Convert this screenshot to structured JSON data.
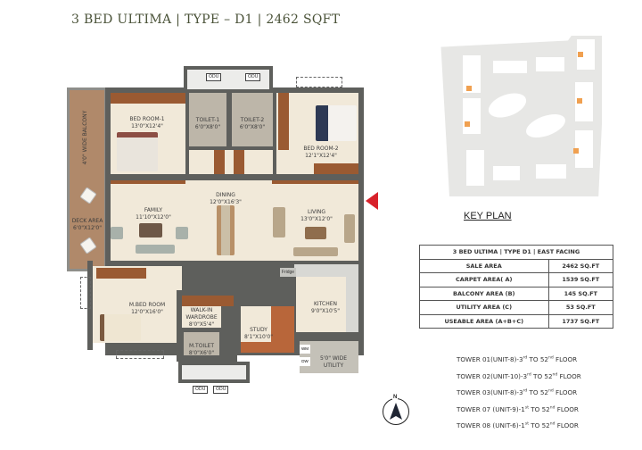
{
  "title": "3 BED ULTIMA | TYPE – D1 | 2462 SQFT",
  "floor_plan": {
    "rooms": [
      {
        "id": "bed-room-1",
        "name": "BED ROOM-1",
        "size": "13'0\"X12'4\""
      },
      {
        "id": "toilet-1",
        "name": "TOILET-1",
        "size": "6'0\"X8'0\""
      },
      {
        "id": "toilet-2",
        "name": "TOILET-2",
        "size": "6'0\"X8'0\""
      },
      {
        "id": "bed-room-2",
        "name": "BED ROOM-2",
        "size": "12'1\"X12'4\""
      },
      {
        "id": "family",
        "name": "FAMILY",
        "size": "11'10\"X12'0\""
      },
      {
        "id": "dining",
        "name": "DINING",
        "size": "12'0\"X16'3\""
      },
      {
        "id": "living",
        "name": "LIVING",
        "size": "13'0\"X12'0\""
      },
      {
        "id": "deck-area",
        "name": "DECK AREA",
        "size": "6'0\"X12'0\""
      },
      {
        "id": "m-bed-room",
        "name": "M.BED ROOM",
        "size": "12'0\"X16'0\""
      },
      {
        "id": "walk-in-wardrobe",
        "name": "WALK-IN WARDROBE",
        "size": "8'0\"X5'4\""
      },
      {
        "id": "m-toilet",
        "name": "M.TOILET",
        "size": "8'0\"X6'0\""
      },
      {
        "id": "study",
        "name": "STUDY",
        "size": "8'1\"X10'0\""
      },
      {
        "id": "kitchen",
        "name": "KITCHEN",
        "size": "9'0\"X10'5\""
      },
      {
        "id": "utility",
        "name": "5'0\" WIDE UTILITY",
        "size": ""
      }
    ],
    "balcony_label": "4'0\" WIDE BALCONY",
    "odu_label": "ODU",
    "fridge_label": "Fridge",
    "wm_label": "WM",
    "dw_label": "DW",
    "entry_color": "#d8222b"
  },
  "key_plan": {
    "label": "KEY PLAN",
    "highlight_color": "#f0a050"
  },
  "area_table": {
    "header": "3 BED ULTIMA | TYPE D1 | EAST FACING",
    "rows": [
      {
        "label": "SALE AREA",
        "value": "2462 SQ.FT"
      },
      {
        "label": "CARPET AREA( A)",
        "value": "1539 SQ.FT"
      },
      {
        "label": "BALCONY AREA (B)",
        "value": "145 SQ.FT"
      },
      {
        "label": "UTILITY AREA (C)",
        "value": "53 SQ.FT"
      },
      {
        "label": "USEABLE AREA (A+B+C)",
        "value": "1737 SQ.FT"
      }
    ]
  },
  "towers": [
    {
      "tower": "TOWER 01(UNIT-8)-3",
      "from_sup": "rd",
      "mid": " TO 52",
      "to_sup": "nd",
      "end": " FLOOR"
    },
    {
      "tower": "TOWER 02(UNIT-10)-3",
      "from_sup": "rd",
      "mid": " TO 52",
      "to_sup": "nd",
      "end": " FLOOR"
    },
    {
      "tower": "TOWER 03(UNIT-8)-3",
      "from_sup": "rd",
      "mid": " TO 52",
      "to_sup": "nd",
      "end": " FLOOR"
    },
    {
      "tower": "TOWER 07 (UNIT-9)-1",
      "from_sup": "st",
      "mid": " TO 52",
      "to_sup": "nd",
      "end": " FLOOR"
    },
    {
      "tower": "TOWER 08 (UNIT-6)-1",
      "from_sup": "st",
      "mid": " TO 52",
      "to_sup": "nd",
      "end": " FLOOR"
    }
  ],
  "compass": {
    "label": "N"
  }
}
